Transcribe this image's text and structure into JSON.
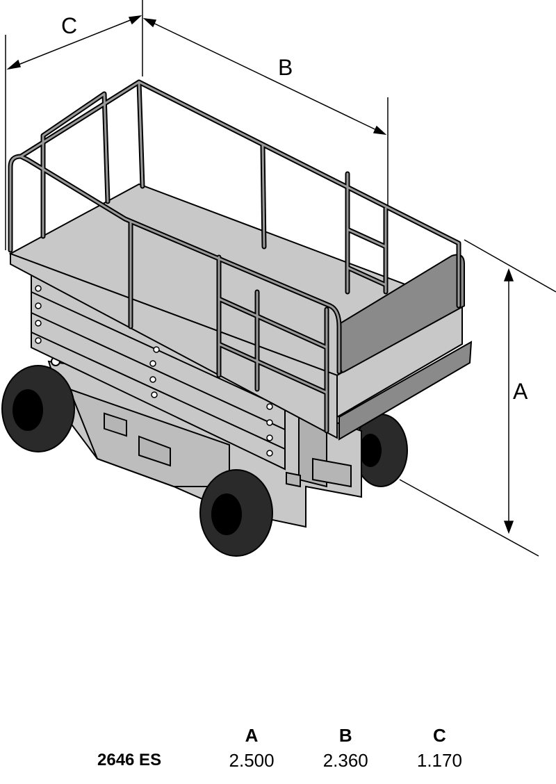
{
  "dimensions": {
    "label_a": "A",
    "label_b": "B",
    "label_c": "C"
  },
  "table": {
    "headers": [
      "A",
      "B",
      "C"
    ],
    "rows": [
      {
        "model": "2646 ES",
        "values": [
          "2.500",
          "2.360",
          "1.170"
        ]
      }
    ]
  },
  "colors": {
    "body_gray": "#c8c8c8",
    "dark_gray": "#8a8a8a",
    "outline": "#000000",
    "tire": "#2a2a2a"
  }
}
